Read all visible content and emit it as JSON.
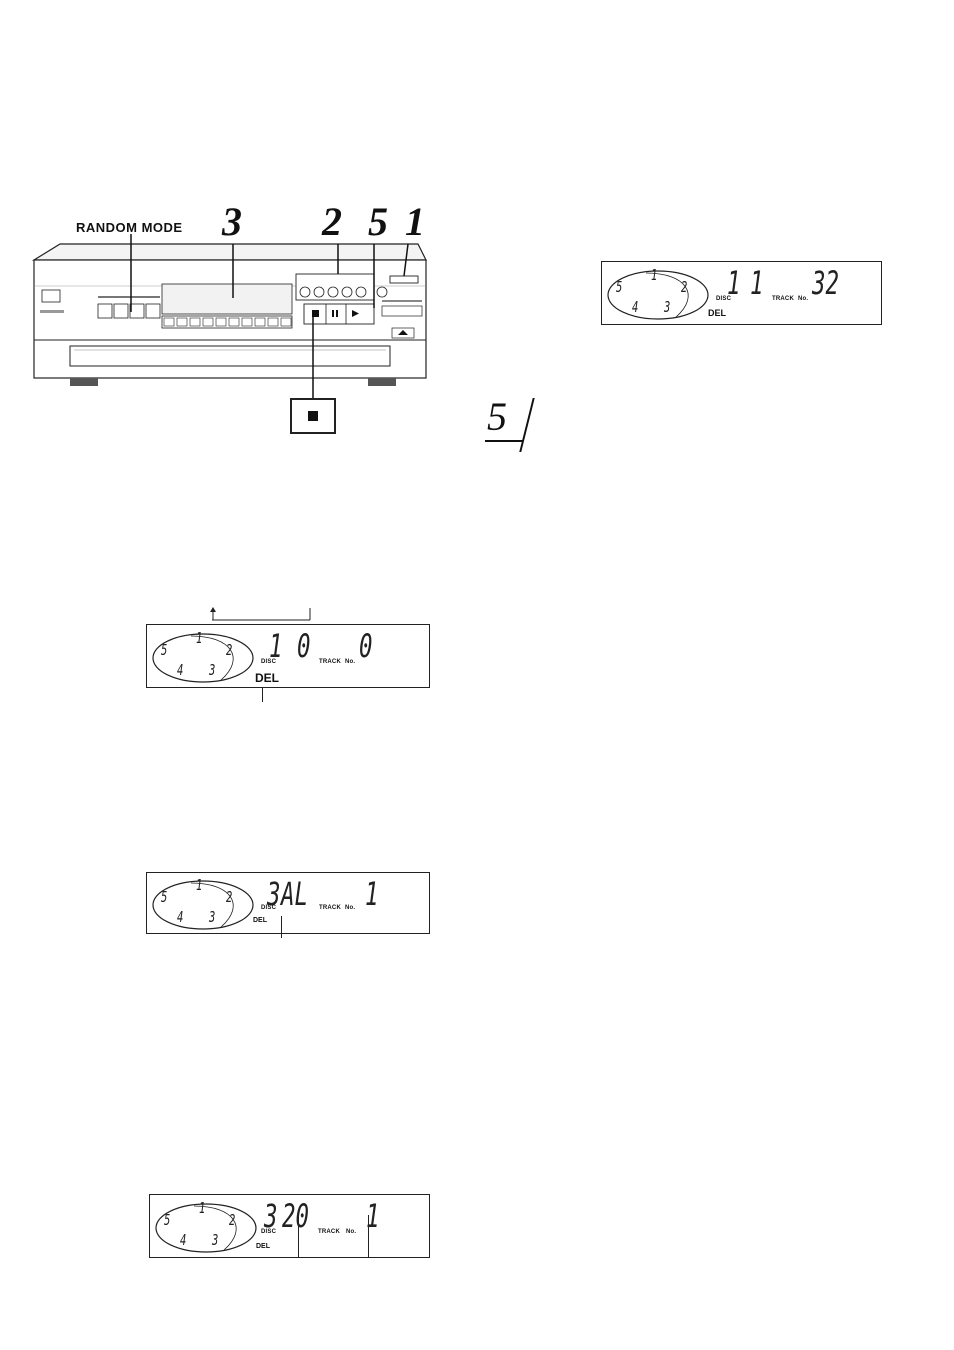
{
  "callouts": {
    "random_mode": "RANDOM MODE",
    "three": "3",
    "two": "2",
    "five": "5",
    "one": "1"
  },
  "stop_button": {
    "icon": "stop-square-icon"
  },
  "step_marker": {
    "number": "5"
  },
  "displays": [
    {
      "id": "display-right",
      "disc_label": "DISC",
      "track_label": "TRACK",
      "no_label": "No.",
      "del_label": "DEL",
      "disc_icons": [
        "1",
        "2",
        "3",
        "4",
        "5"
      ],
      "seg_left": "1",
      "seg_mid": "1",
      "seg_right": "32"
    },
    {
      "id": "display-1",
      "disc_label": "DISC",
      "track_label": "TRACK",
      "no_label": "No.",
      "del_label": "DEL",
      "disc_icons": [
        "1",
        "2",
        "3",
        "4",
        "5"
      ],
      "seg_left": "1",
      "seg_mid": "0",
      "seg_right": "0"
    },
    {
      "id": "display-2",
      "disc_label": "DISC",
      "track_label": "TRACK",
      "no_label": "No.",
      "del_label": "DEL",
      "disc_icons": [
        "1",
        "2",
        "3",
        "4",
        "5"
      ],
      "seg_left": "3",
      "seg_mid": "AL",
      "seg_right": "1"
    },
    {
      "id": "display-3",
      "disc_label": "DISC",
      "track_label": "TRACK",
      "no_label": "No.",
      "del_label": "DEL",
      "disc_icons": [
        "1",
        "2",
        "3",
        "4",
        "5"
      ],
      "seg_left": "3",
      "seg_mid": "20",
      "seg_right": "1"
    }
  ]
}
